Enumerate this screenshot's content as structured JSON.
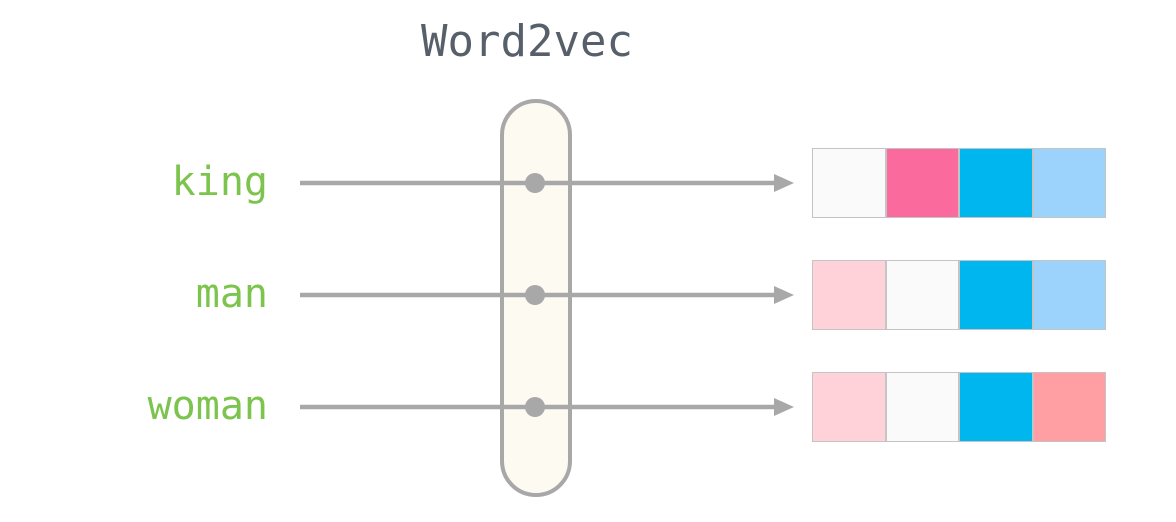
{
  "title": "Word2vec",
  "colors": {
    "title_color": "#57606a",
    "label_green": "#7cc44e",
    "arrow_gray": "#a8a8a8",
    "pill_fill": "#fdfaf1",
    "pill_border": "#a8a8a8",
    "cell_border": "#c4c4c4"
  },
  "rows": [
    {
      "word": "king",
      "vector": [
        "#fafafa",
        "#fb6a9d",
        "#00b6ef",
        "#9bd3fc"
      ]
    },
    {
      "word": "man",
      "vector": [
        "#ffd1d9",
        "#fafafa",
        "#00b6ef",
        "#9bd3fc"
      ]
    },
    {
      "word": "woman",
      "vector": [
        "#ffd1d9",
        "#fafafa",
        "#00b6ef",
        "#ff9fa4"
      ]
    }
  ]
}
